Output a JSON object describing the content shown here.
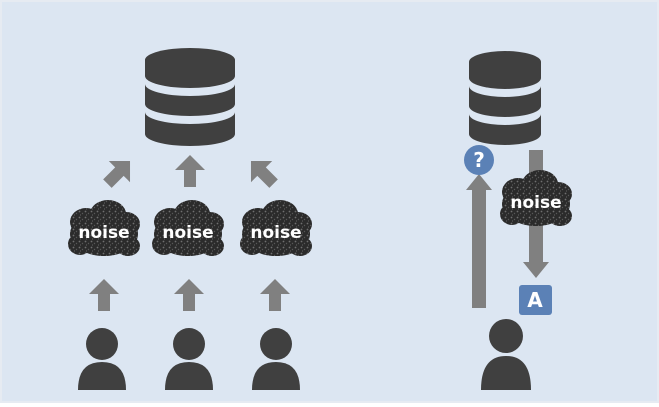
{
  "diagram": {
    "colors": {
      "background": "#dce6f2",
      "panel_border": "#e6ebf2",
      "icon": "#404040",
      "arrow": "#808080",
      "cloud": "#2b2b2b",
      "badge": "#5b81b6",
      "text": "#ffffff"
    },
    "left_noise_labels": [
      "noise",
      "noise",
      "noise"
    ],
    "right_noise_label": "noise",
    "query_badge": "?",
    "answer_badge": "A"
  }
}
